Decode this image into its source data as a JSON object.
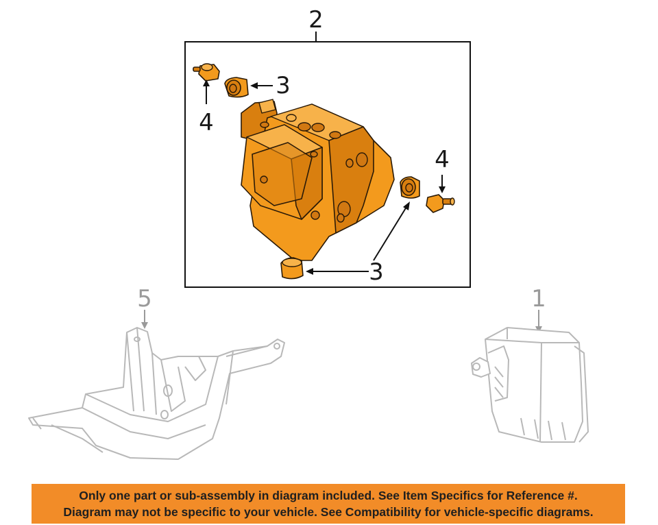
{
  "callouts": {
    "part_2": "2",
    "part_3_upper": "3",
    "part_4_left": "4",
    "part_4_right": "4",
    "part_3_lower": "3",
    "part_5": "5",
    "part_1": "1"
  },
  "colors": {
    "highlight": "#f39a1d",
    "banner": "#f28c28",
    "ghost_outline": "#b8b8b8"
  },
  "banner": {
    "line1": "Only one part or sub-assembly in diagram included. See Item Specifics for Reference #.",
    "line2": "Diagram may not be specific to your vehicle. See Compatibility for vehicle-specific diagrams."
  }
}
